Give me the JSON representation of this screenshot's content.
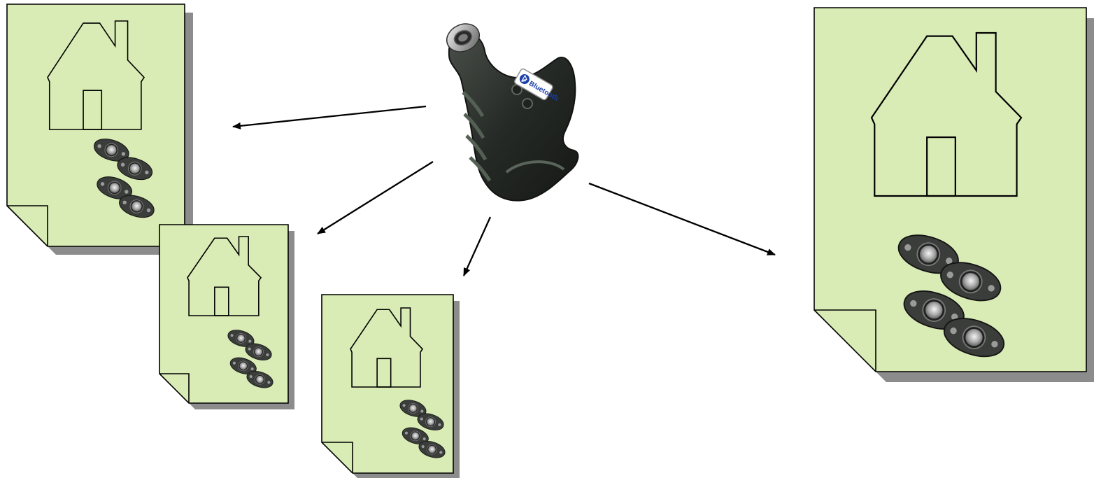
{
  "diagram": {
    "reader": {
      "label": "Bluetooth",
      "body_color": "#2b302b",
      "badge_color": "#ffffff",
      "badge_text_color": "#1a3fa6",
      "ring_color": "#c9c9c9"
    },
    "document_color": "#d9ecb5",
    "shadow_color": "#8c8c8c",
    "stroke_color": "#000000",
    "documents": [
      {
        "name": "document-large-left",
        "icons": [
          "house-icon",
          "tag-cluster"
        ]
      },
      {
        "name": "document-middle-left",
        "icons": [
          "house-icon",
          "tag-cluster"
        ]
      },
      {
        "name": "document-bottom-center",
        "icons": [
          "house-icon",
          "tag-cluster"
        ]
      },
      {
        "name": "document-large-right",
        "icons": [
          "house-icon",
          "tag-cluster"
        ]
      }
    ],
    "tag_count_per_document": 4,
    "arrow_count": 4
  }
}
